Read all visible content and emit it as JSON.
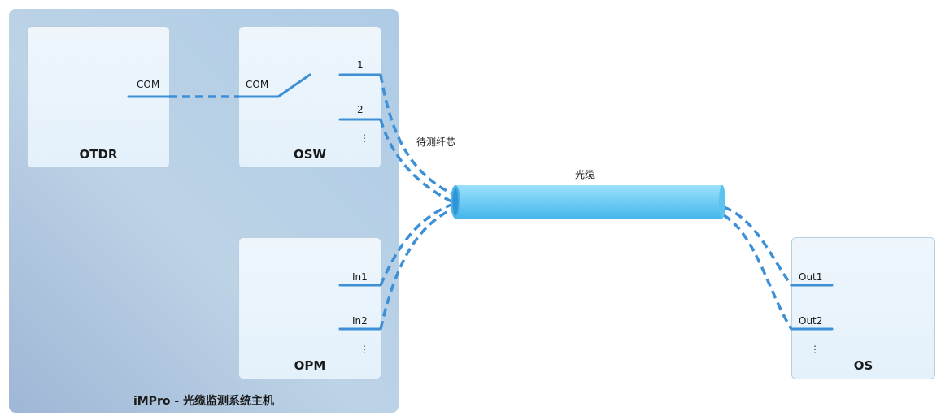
{
  "host": {
    "title": "iMPro - 光缆监测系统主机"
  },
  "otdr": {
    "title": "OTDR",
    "port": "COM"
  },
  "osw": {
    "title": "OSW",
    "port_in": "COM",
    "port_1": "1",
    "port_2": "2",
    "more": "⋮"
  },
  "opm": {
    "title": "OPM",
    "port_1": "In1",
    "port_2": "In2",
    "more": "⋮"
  },
  "os": {
    "title": "OS",
    "port_1": "Out1",
    "port_2": "Out2",
    "more": "⋮"
  },
  "labels": {
    "fiber_under_test": "待测纤芯",
    "cable": "光缆"
  },
  "colors": {
    "link": "#3d8fd6",
    "cable_top": "#8fdcfa",
    "cable_bottom": "#49b9ee"
  }
}
